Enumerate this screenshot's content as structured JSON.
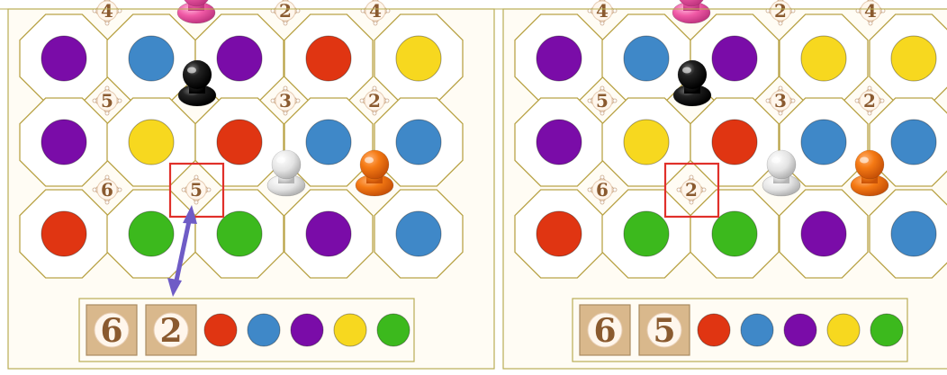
{
  "colors": {
    "purple": "#7a0ca8",
    "blue": "#3f88c8",
    "red": "#e03512",
    "yellow": "#f7d81f",
    "green": "#3cb91d",
    "tile_stroke": "#b9a347",
    "tile_fill": "#ffffff",
    "board_bg": "#fffcf4",
    "badge_fill": "#f7e9d8",
    "badge_text": "#8a5a2f",
    "select": "#e0302a",
    "arrow": "#6f5cc6",
    "tray_card": "#d9b88c"
  },
  "boards": [
    {
      "id": "left",
      "circles": [
        [
          "purple",
          "blue",
          "purple",
          "red",
          "yellow"
        ],
        [
          "purple",
          "yellow",
          "red",
          "blue",
          "blue"
        ],
        [
          "red",
          "green",
          "green",
          "purple",
          "blue"
        ]
      ],
      "top_badges": [
        "4",
        "2",
        "4"
      ],
      "mid_badges_row1": [
        "5",
        "3",
        "2"
      ],
      "mid_badges_row2": [
        "6",
        "5"
      ],
      "selected_badge": "5",
      "pawns": [
        "pink",
        "black",
        "white",
        "orange"
      ],
      "tray_cards": [
        "6",
        "2"
      ],
      "tray_colors": [
        "red",
        "blue",
        "purple",
        "yellow",
        "green"
      ],
      "has_arrow": true
    },
    {
      "id": "right",
      "circles": [
        [
          "purple",
          "blue",
          "purple",
          "yellow",
          "yellow"
        ],
        [
          "purple",
          "yellow",
          "red",
          "blue",
          "blue"
        ],
        [
          "red",
          "green",
          "green",
          "purple",
          "blue"
        ]
      ],
      "top_badges": [
        "4",
        "2",
        "4"
      ],
      "mid_badges_row1": [
        "5",
        "3",
        "2"
      ],
      "mid_badges_row2": [
        "6",
        "2"
      ],
      "selected_badge": "2",
      "pawns": [
        "pink",
        "black",
        "white",
        "orange"
      ],
      "tray_cards": [
        "6",
        "5"
      ],
      "tray_colors": [
        "red",
        "blue",
        "purple",
        "yellow",
        "green"
      ],
      "has_arrow": false
    }
  ]
}
